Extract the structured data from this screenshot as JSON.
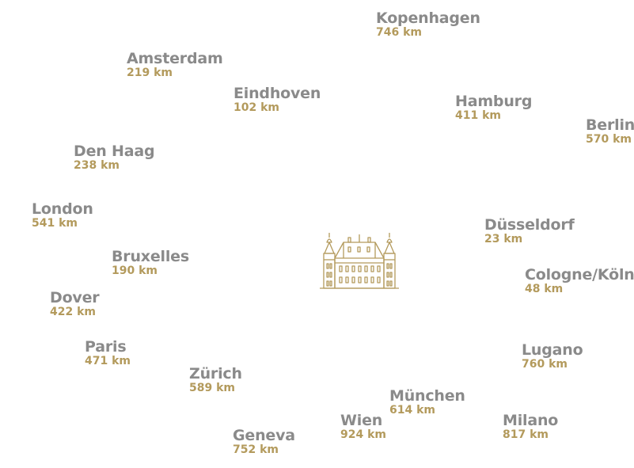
{
  "colors": {
    "city_name": "#8a8a8a",
    "distance": "#b39a5c",
    "castle": "#b39a5c"
  },
  "center_icon": "castle-icon",
  "cities": [
    {
      "name": "Kopenhagen",
      "distance": "746 km"
    },
    {
      "name": "Amsterdam",
      "distance": "219 km"
    },
    {
      "name": "Eindhoven",
      "distance": "102 km"
    },
    {
      "name": "Hamburg",
      "distance": "411 km"
    },
    {
      "name": "Berlin",
      "distance": "570 km"
    },
    {
      "name": "Den Haag",
      "distance": "238 km"
    },
    {
      "name": "London",
      "distance": "541 km"
    },
    {
      "name": "Düsseldorf",
      "distance": "23 km"
    },
    {
      "name": "Bruxelles",
      "distance": "190 km"
    },
    {
      "name": "Cologne/Köln",
      "distance": "48 km"
    },
    {
      "name": "Dover",
      "distance": "422 km"
    },
    {
      "name": "Paris",
      "distance": "471 km"
    },
    {
      "name": "Lugano",
      "distance": "760 km"
    },
    {
      "name": "Zürich",
      "distance": "589 km"
    },
    {
      "name": "München",
      "distance": "614 km"
    },
    {
      "name": "Wien",
      "distance": "924 km"
    },
    {
      "name": "Milano",
      "distance": "817 km"
    },
    {
      "name": "Geneva",
      "distance": "752 km"
    }
  ]
}
